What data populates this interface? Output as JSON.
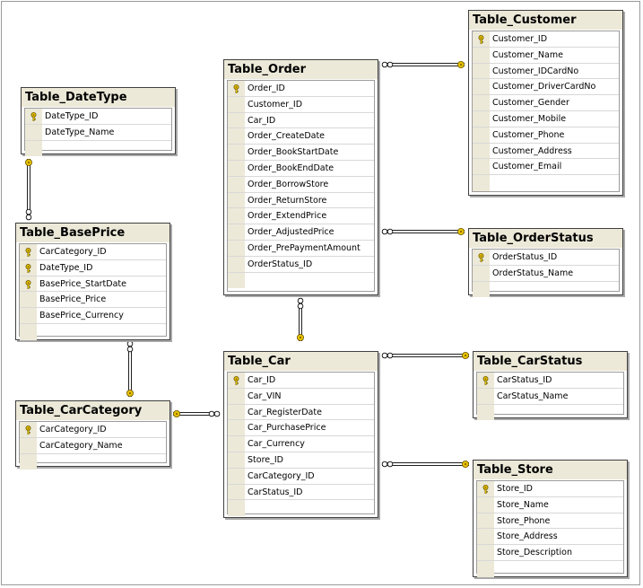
{
  "tables": {
    "datetype": {
      "title": "Table_DateType",
      "columns": [
        {
          "name": "DateType_ID",
          "pk": true
        },
        {
          "name": "DateType_Name",
          "pk": false
        }
      ]
    },
    "baseprice": {
      "title": "Table_BasePrice",
      "columns": [
        {
          "name": "CarCategory_ID",
          "pk": true
        },
        {
          "name": "DateType_ID",
          "pk": true
        },
        {
          "name": "BasePrice_StartDate",
          "pk": true
        },
        {
          "name": "BasePrice_Price",
          "pk": false
        },
        {
          "name": "BasePrice_Currency",
          "pk": false
        }
      ]
    },
    "carcategory": {
      "title": "Table_CarCategory",
      "columns": [
        {
          "name": "CarCategory_ID",
          "pk": true
        },
        {
          "name": "CarCategory_Name",
          "pk": false
        }
      ]
    },
    "order": {
      "title": "Table_Order",
      "columns": [
        {
          "name": "Order_ID",
          "pk": true
        },
        {
          "name": "Customer_ID",
          "pk": false
        },
        {
          "name": "Car_ID",
          "pk": false
        },
        {
          "name": "Order_CreateDate",
          "pk": false
        },
        {
          "name": "Order_BookStartDate",
          "pk": false
        },
        {
          "name": "Order_BookEndDate",
          "pk": false
        },
        {
          "name": "Order_BorrowStore",
          "pk": false
        },
        {
          "name": "Order_ReturnStore",
          "pk": false
        },
        {
          "name": "Order_ExtendPrice",
          "pk": false
        },
        {
          "name": "Order_AdjustedPrice",
          "pk": false
        },
        {
          "name": "Order_PrePaymentAmount",
          "pk": false
        },
        {
          "name": "OrderStatus_ID",
          "pk": false
        }
      ]
    },
    "car": {
      "title": "Table_Car",
      "columns": [
        {
          "name": "Car_ID",
          "pk": true
        },
        {
          "name": "Car_VIN",
          "pk": false
        },
        {
          "name": "Car_RegisterDate",
          "pk": false
        },
        {
          "name": "Car_PurchasePrice",
          "pk": false
        },
        {
          "name": "Car_Currency",
          "pk": false
        },
        {
          "name": "Store_ID",
          "pk": false
        },
        {
          "name": "CarCategory_ID",
          "pk": false
        },
        {
          "name": "CarStatus_ID",
          "pk": false
        }
      ]
    },
    "customer": {
      "title": "Table_Customer",
      "columns": [
        {
          "name": "Customer_ID",
          "pk": true
        },
        {
          "name": "Customer_Name",
          "pk": false
        },
        {
          "name": "Customer_IDCardNo",
          "pk": false
        },
        {
          "name": "Customer_DriverCardNo",
          "pk": false
        },
        {
          "name": "Customer_Gender",
          "pk": false
        },
        {
          "name": "Customer_Mobile",
          "pk": false
        },
        {
          "name": "Customer_Phone",
          "pk": false
        },
        {
          "name": "Customer_Address",
          "pk": false
        },
        {
          "name": "Customer_Email",
          "pk": false
        }
      ]
    },
    "orderstatus": {
      "title": "Table_OrderStatus",
      "columns": [
        {
          "name": "OrderStatus_ID",
          "pk": true
        },
        {
          "name": "OrderStatus_Name",
          "pk": false
        }
      ]
    },
    "carstatus": {
      "title": "Table_CarStatus",
      "columns": [
        {
          "name": "CarStatus_ID",
          "pk": true
        },
        {
          "name": "CarStatus_Name",
          "pk": false
        }
      ]
    },
    "store": {
      "title": "Table_Store",
      "columns": [
        {
          "name": "Store_ID",
          "pk": true
        },
        {
          "name": "Store_Name",
          "pk": false
        },
        {
          "name": "Store_Phone",
          "pk": false
        },
        {
          "name": "Store_Address",
          "pk": false
        },
        {
          "name": "Store_Description",
          "pk": false
        }
      ]
    }
  },
  "relationships": [
    {
      "one": "datetype",
      "many": "baseprice"
    },
    {
      "one": "carcategory",
      "many": "baseprice"
    },
    {
      "one": "carcategory",
      "many": "car"
    },
    {
      "one": "car",
      "many": "order"
    },
    {
      "one": "customer",
      "many": "order"
    },
    {
      "one": "orderstatus",
      "many": "order"
    },
    {
      "one": "carstatus",
      "many": "car"
    },
    {
      "one": "store",
      "many": "car"
    }
  ],
  "colors": {
    "title_bar": "#ece9d8",
    "key_icon": "#e8c000",
    "line": "#202020"
  }
}
